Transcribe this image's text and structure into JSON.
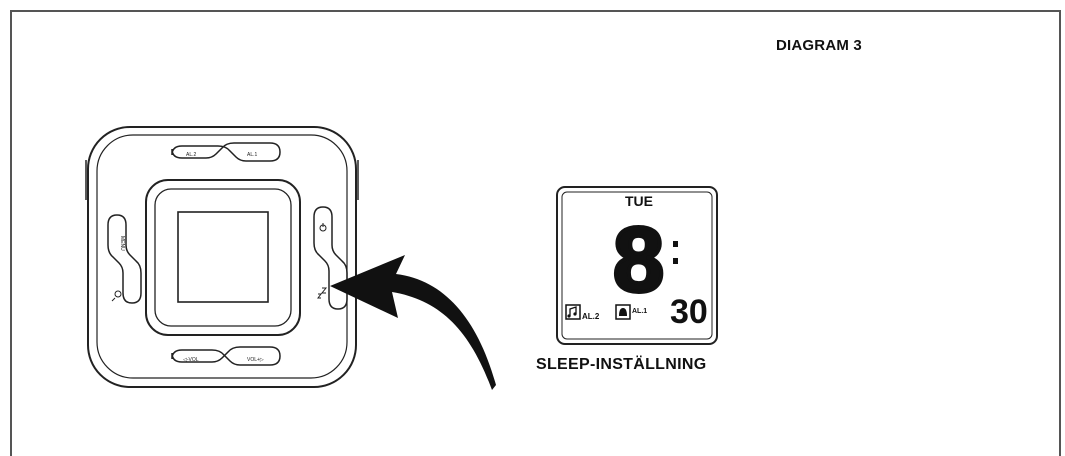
{
  "diagram": {
    "title": "DIAGRAM 3",
    "caption": "SLEEP-INSTÄLLNING"
  },
  "device": {
    "top_buttons": [
      "AL.2",
      "AL.1"
    ],
    "bottom_buttons": [
      "◁-VOL",
      "VOL+▷"
    ],
    "left_button_label": "MENU",
    "right_button_highlighted": "sleep-button"
  },
  "lcd": {
    "day": "TUE",
    "hour": "8",
    "minutes": "30",
    "alarm2_label": "AL.2",
    "alarm1_label": "AL.1"
  },
  "colors": {
    "line": "#222222",
    "arrow": "#111111",
    "frame": "#555555"
  }
}
